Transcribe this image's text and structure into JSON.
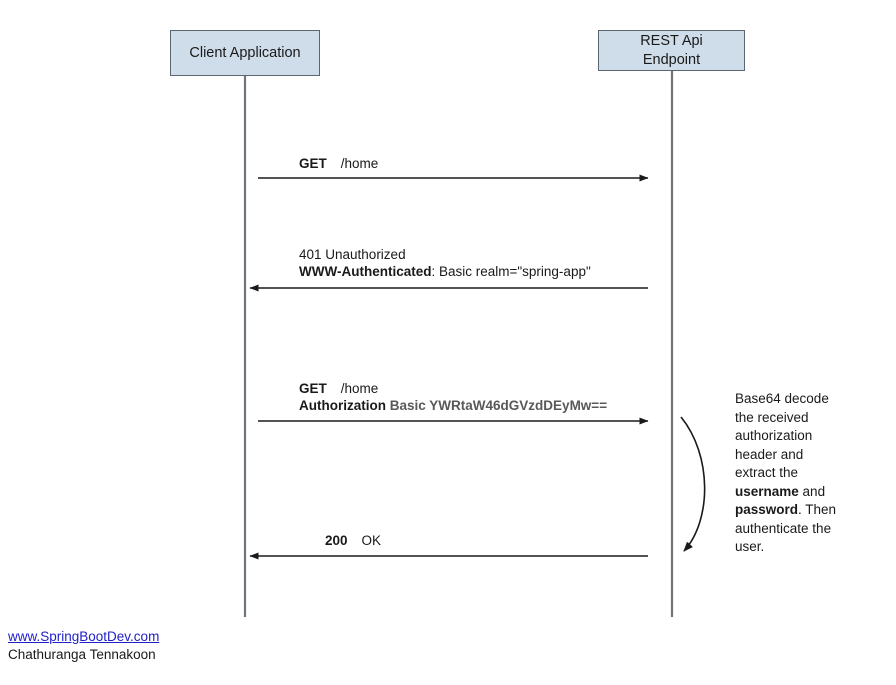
{
  "diagram": {
    "type": "uml-sequence-diagram",
    "title_visible": false,
    "background_color": "#ffffff",
    "participants": [
      {
        "id": "client",
        "label": "Client Application",
        "fill": "#cfdce9",
        "border": "#5b6670"
      },
      {
        "id": "rest",
        "label": "REST Api\nEndpoint",
        "line1": "REST Api",
        "line2": "Endpoint",
        "fill": "#cfdce9",
        "border": "#5b6670"
      }
    ],
    "messages": [
      {
        "id": "msg-get-home",
        "direction": "request",
        "from": "client",
        "to": "rest",
        "line1_bold": "GET",
        "line1_rest": "/home"
      },
      {
        "id": "msg-401",
        "direction": "response",
        "from": "rest",
        "to": "client",
        "line1_plain": "401 Unauthorized",
        "line2_bold": "WWW-Authenticated",
        "line2_rest": ": Basic realm=\"spring-app\""
      },
      {
        "id": "msg-get-home-auth",
        "direction": "request",
        "from": "client",
        "to": "rest",
        "line1_bold": "GET",
        "line1_rest": "/home",
        "line2_bold": "Authorization",
        "line2_credentials": "Basic YWRtaW46dGVzdDEyMw==",
        "credentials_color": "#595959"
      },
      {
        "id": "msg-200-ok",
        "direction": "response",
        "from": "rest",
        "to": "client",
        "line1_bold": "200",
        "line1_rest": "OK"
      }
    ],
    "self_call": {
      "id": "rest-self-processing",
      "on": "rest",
      "note_segments": [
        {
          "text": "Base64 decode the received authorization header and extract the ",
          "bold": false
        },
        {
          "text": "username",
          "bold": true
        },
        {
          "text": " and ",
          "bold": false
        },
        {
          "text": "password",
          "bold": true
        },
        {
          "text": ". Then authenticate the user.",
          "bold": false
        }
      ],
      "note_plain": "Base64 decode the received authorization header and extract the username and password. Then authenticate the user."
    }
  },
  "footer": {
    "link_text": "www.SpringBootDev.com",
    "link_color": "#2020c8",
    "author": "Chathuranga Tennakoon"
  }
}
